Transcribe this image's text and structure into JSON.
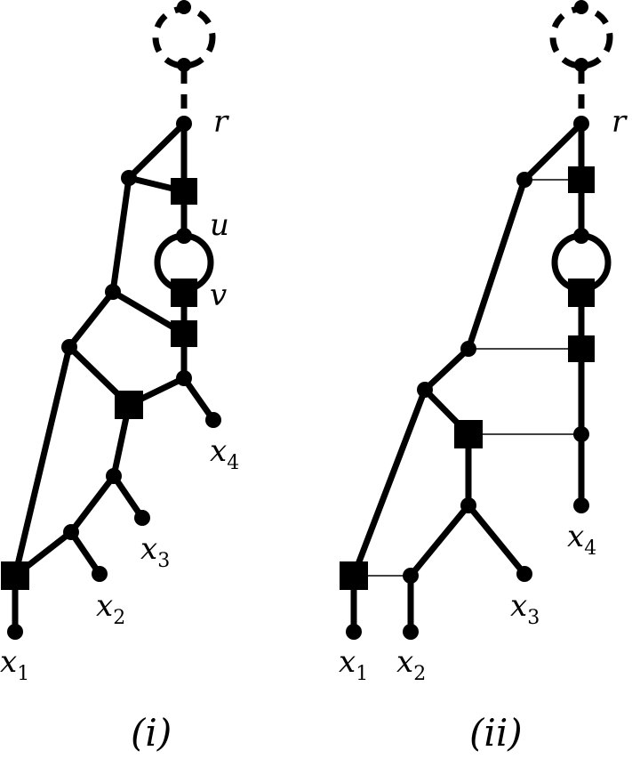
{
  "diagram": {
    "panels": [
      {
        "caption": "(i)",
        "labels": {
          "r": "r",
          "u": "u",
          "v": "v"
        },
        "leaves": [
          {
            "base": "x",
            "sub": "1"
          },
          {
            "base": "x",
            "sub": "2"
          },
          {
            "base": "x",
            "sub": "3"
          },
          {
            "base": "x",
            "sub": "4"
          }
        ]
      },
      {
        "caption": "(ii)",
        "labels": {
          "r": "r"
        },
        "leaves": [
          {
            "base": "x",
            "sub": "1"
          },
          {
            "base": "x",
            "sub": "2"
          },
          {
            "base": "x",
            "sub": "3"
          },
          {
            "base": "x",
            "sub": "4"
          }
        ]
      }
    ]
  }
}
